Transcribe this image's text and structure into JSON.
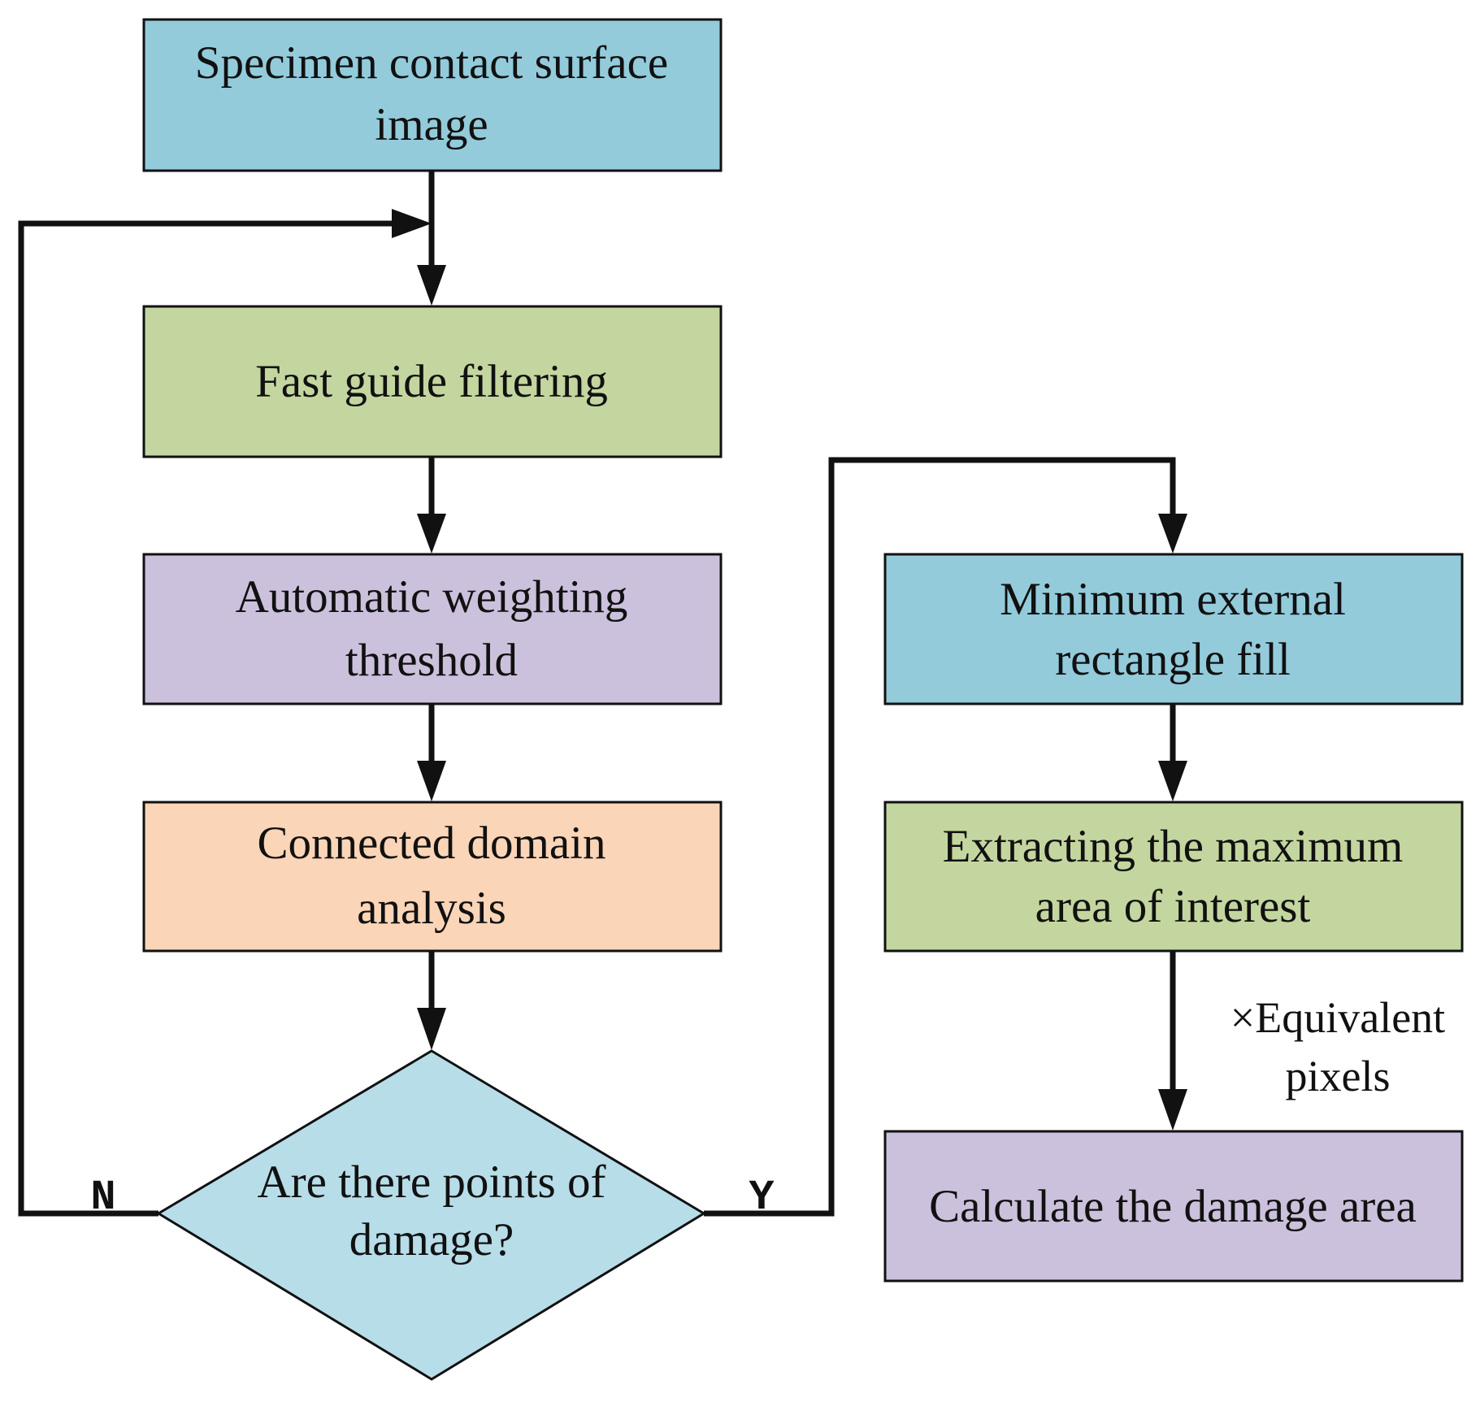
{
  "diagram": {
    "colors": {
      "blue": "#93cbdb",
      "green": "#c4d69f",
      "purple": "#ccc1dc",
      "peach": "#fbd5b7",
      "decision": "#b7dde8",
      "line": "#111111"
    },
    "nodes": {
      "specimen_image": {
        "line1": "Specimen contact surface",
        "line2": "image"
      },
      "fast_filtering": {
        "line1": "Fast guide filtering"
      },
      "auto_threshold": {
        "line1": "Automatic weighting",
        "line2": "threshold"
      },
      "connected_domain": {
        "line1": "Connected domain",
        "line2": "analysis"
      },
      "damage_decision": {
        "line1": "Are there points of",
        "line2": "damage?"
      },
      "min_rect_fill": {
        "line1": "Minimum external",
        "line2": "rectangle fill"
      },
      "extract_max_area": {
        "line1": "Extracting the maximum",
        "line2": "area of interest"
      },
      "calc_damage_area": {
        "line1": "Calculate the damage area"
      }
    },
    "edge_labels": {
      "no": "N",
      "yes": "Y",
      "equivalent_line1": "×Equivalent",
      "equivalent_line2": "pixels"
    }
  }
}
